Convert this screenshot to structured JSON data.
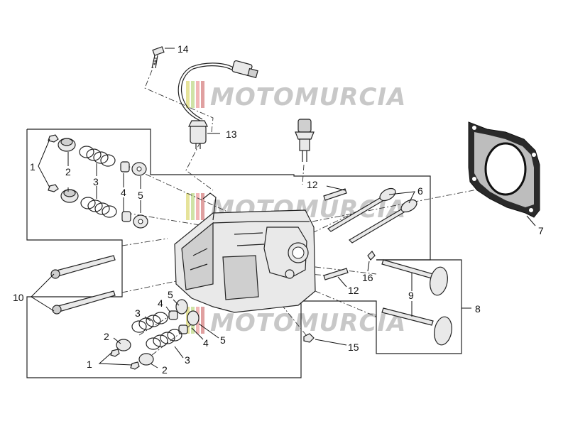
{
  "watermark": {
    "text": "MOTOMURCIA",
    "stripe_colors": [
      "#e6e39a",
      "#cfe3a6",
      "#f2b6b6",
      "#e0a0a0"
    ]
  },
  "callouts": [
    {
      "id": "1a",
      "text": "1"
    },
    {
      "id": "2a",
      "text": "2"
    },
    {
      "id": "3a",
      "text": "3"
    },
    {
      "id": "4a",
      "text": "4"
    },
    {
      "id": "5a",
      "text": "5"
    },
    {
      "id": "6",
      "text": "6"
    },
    {
      "id": "7",
      "text": "7"
    },
    {
      "id": "8",
      "text": "8"
    },
    {
      "id": "9",
      "text": "9"
    },
    {
      "id": "10",
      "text": "10"
    },
    {
      "id": "12a",
      "text": "12"
    },
    {
      "id": "12b",
      "text": "12"
    },
    {
      "id": "13",
      "text": "13"
    },
    {
      "id": "14",
      "text": "14"
    },
    {
      "id": "15",
      "text": "15"
    },
    {
      "id": "16",
      "text": "16"
    },
    {
      "id": "5b",
      "text": "5"
    },
    {
      "id": "4b",
      "text": "4"
    },
    {
      "id": "3b",
      "text": "3"
    },
    {
      "id": "4c",
      "text": "4"
    },
    {
      "id": "5c",
      "text": "5"
    },
    {
      "id": "2b",
      "text": "2"
    },
    {
      "id": "1b",
      "text": "1"
    },
    {
      "id": "3c",
      "text": "3"
    },
    {
      "id": "2c",
      "text": "2"
    }
  ]
}
